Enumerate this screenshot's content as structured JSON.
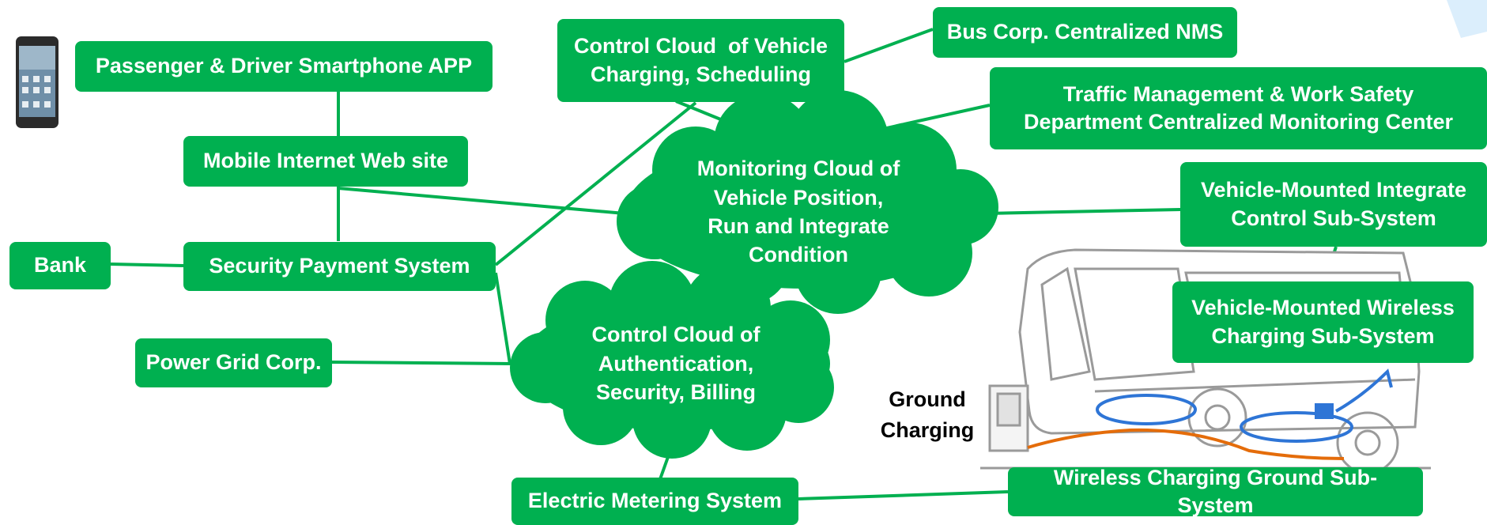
{
  "colors": {
    "node_fill": "#00b050",
    "node_text": "#ffffff",
    "connector": "#00b050",
    "ground_text": "#000000",
    "coil": "#e46c0a",
    "bus_outline": "#9a9a9a",
    "corner_accent": "#dbeefc"
  },
  "icons": {
    "smartphone": "smartphone-icon",
    "bus": "electric-bus-illustration"
  },
  "nodes": {
    "passenger_app": "Passenger & Driver Smartphone APP",
    "mobile_web": "Mobile Internet Web site",
    "bank": "Bank",
    "security_payment": "Security Payment System",
    "power_grid": "Power Grid Corp.",
    "control_cloud_charging_l1": "Control Cloud  of Vehicle",
    "control_cloud_charging_l2": "Charging, Scheduling",
    "bus_nms": "Bus Corp. Centralized NMS",
    "traffic_mgmt_l1": "Traffic Management & Work Safety",
    "traffic_mgmt_l2": "Department Centralized Monitoring Center",
    "vehicle_integrate_l1": "Vehicle-Mounted Integrate",
    "vehicle_integrate_l2": "Control Sub-System",
    "vehicle_wireless_l1": "Vehicle-Mounted Wireless",
    "vehicle_wireless_l2": "Charging Sub-System",
    "electric_metering": "Electric Metering System",
    "wireless_ground": "Wireless Charging Ground Sub-System"
  },
  "clouds": {
    "monitoring": [
      "Monitoring Cloud of",
      "Vehicle Position,",
      "Run and Integrate",
      "Condition"
    ],
    "authentication": [
      "Control Cloud of",
      "Authentication,",
      "Security, Billing"
    ]
  },
  "labels": {
    "ground_l1": "Ground",
    "ground_l2": "Charging"
  }
}
